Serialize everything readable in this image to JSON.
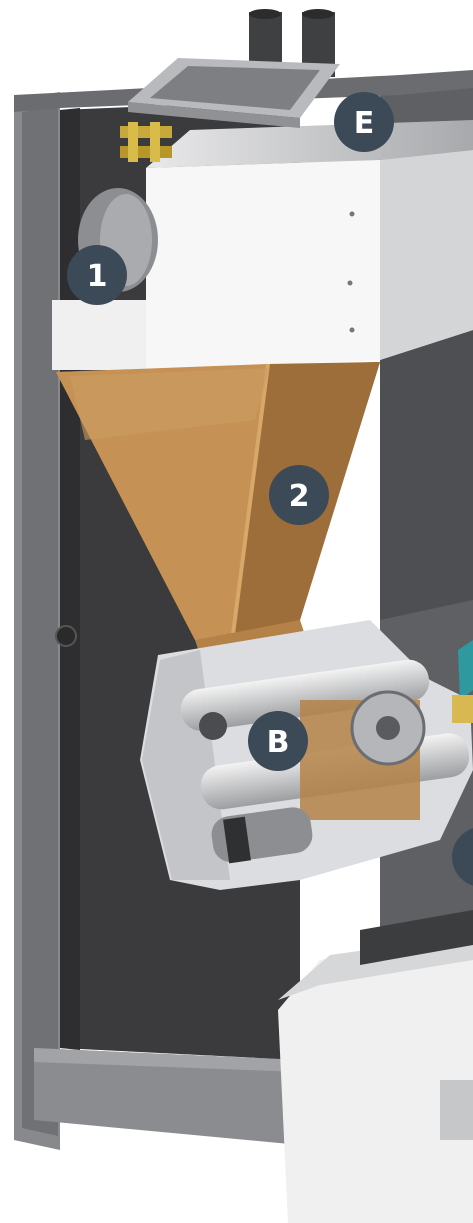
{
  "markers": [
    {
      "id": "E",
      "label": "E"
    },
    {
      "id": "1",
      "label": "1"
    },
    {
      "id": "2",
      "label": "2"
    },
    {
      "id": "B",
      "label": "B"
    },
    {
      "id": "partial",
      "label": ""
    }
  ],
  "colors": {
    "badge": "#3c4a57",
    "cabinet_dark": "#3a3a3c",
    "cabinet_frame": "#7b7d80",
    "hopper": "#b9874f",
    "hopper_shade": "#8f6535",
    "metal": "#c9cbcd",
    "white_panel": "#f2f2f2"
  }
}
